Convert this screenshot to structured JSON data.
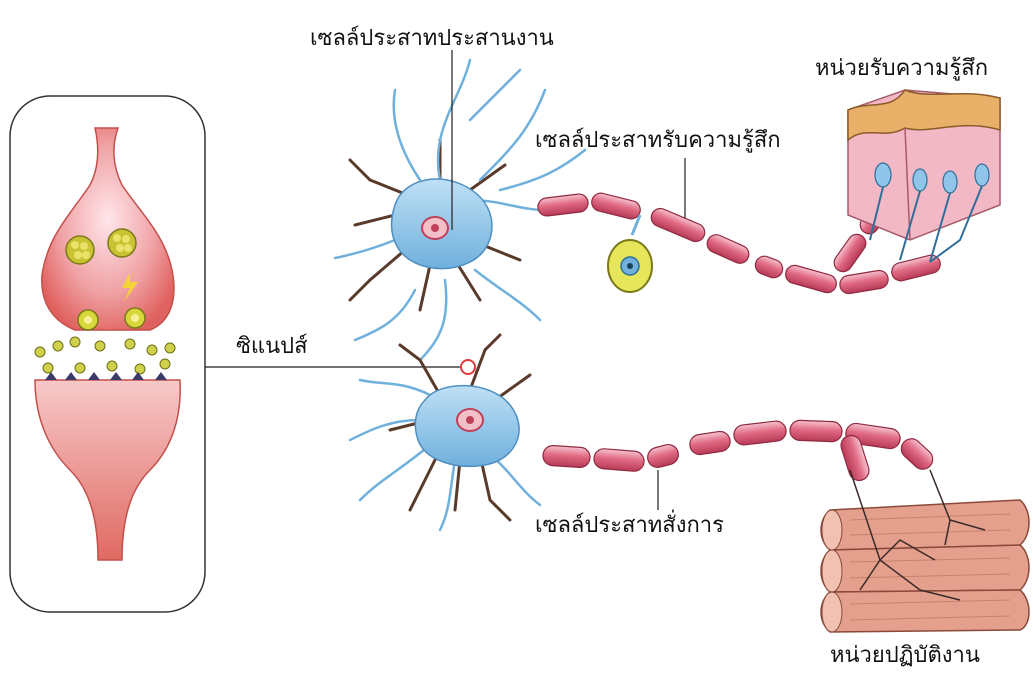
{
  "labels": {
    "interneuron": "เซลล์ประสาทประสานงาน",
    "receptor": "หน่วยรับความรู้สึก",
    "sensory_neuron": "เซลล์ประสาทรับความรู้สึก",
    "synapse": "ซิแนปส์",
    "motor_neuron": "เซลล์ประสาทสั่งการ",
    "effector": "หน่วยปฏิบัติงาน"
  },
  "colors": {
    "neuron_blue": "#8ec5e8",
    "dendrite_brown": "#5a3a2a",
    "axon_segment": "#d9506a",
    "axon_highlight": "#f6c3cf",
    "synapse_pink": "#e86f6a",
    "vesicle_yellow": "#d7d63a",
    "nucleus_red": "#d9506a",
    "muscle": "#e4a08c",
    "skin_top": "#e9b06a",
    "skin_side": "#f3b8c6"
  }
}
